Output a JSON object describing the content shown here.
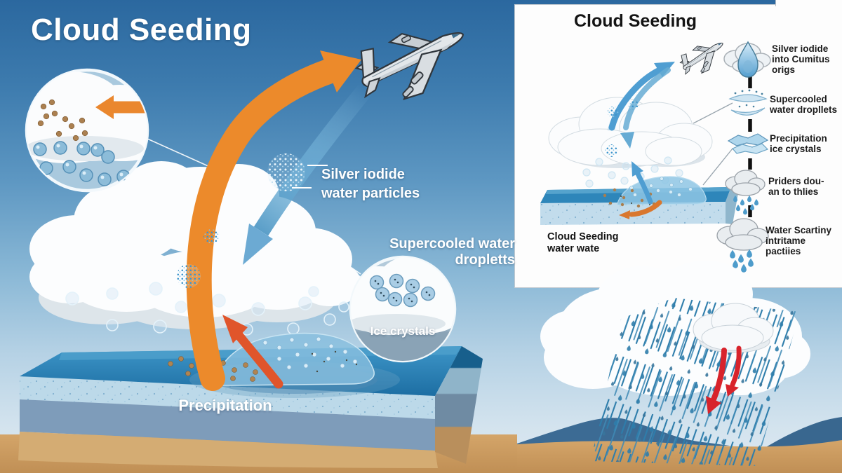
{
  "left": {
    "title": "Cloud Seeding",
    "labels": {
      "silver_iodide": {
        "line1": "Silver iodide",
        "line2": "water particles"
      },
      "supercooled": {
        "line1": "Supercooled water",
        "line2": "dropletts"
      },
      "ice_crystals": "Ice crystals",
      "precipitation": "Precipitation"
    }
  },
  "panel": {
    "title": "Cloud Seeding",
    "caption": {
      "line1": "Cloud Seeding",
      "line2": "water wate"
    },
    "legend": {
      "items": [
        {
          "icon": "cloud-drop-icon",
          "lines": [
            "Silver iodide",
            "into Cumitus",
            "origs"
          ]
        },
        {
          "icon": "supercooled-droplets-icon",
          "lines": [
            "Supercooled",
            "water dropllets"
          ]
        },
        {
          "icon": "ice-crystals-icon",
          "lines": [
            "Precipitation",
            "ice crystals"
          ]
        },
        {
          "icon": "rain-cloud-icon",
          "lines": [
            "Priders dou-",
            "an to thlies"
          ]
        },
        {
          "icon": "rain-cloud-large-icon",
          "lines": [
            "Water Scartiny",
            "intritame",
            "pactiies"
          ]
        }
      ]
    }
  },
  "colors": {
    "accent_orange": "#ec8a2b",
    "accent_red_orange": "#e0552b",
    "accent_blue": "#4f9ed2",
    "accent_red": "#d8232b",
    "sky_top": "#2b689f",
    "panel_bg": "#fdfdfd",
    "ground_tan": "#cf9d5a",
    "water_top": "#2e86ba"
  }
}
